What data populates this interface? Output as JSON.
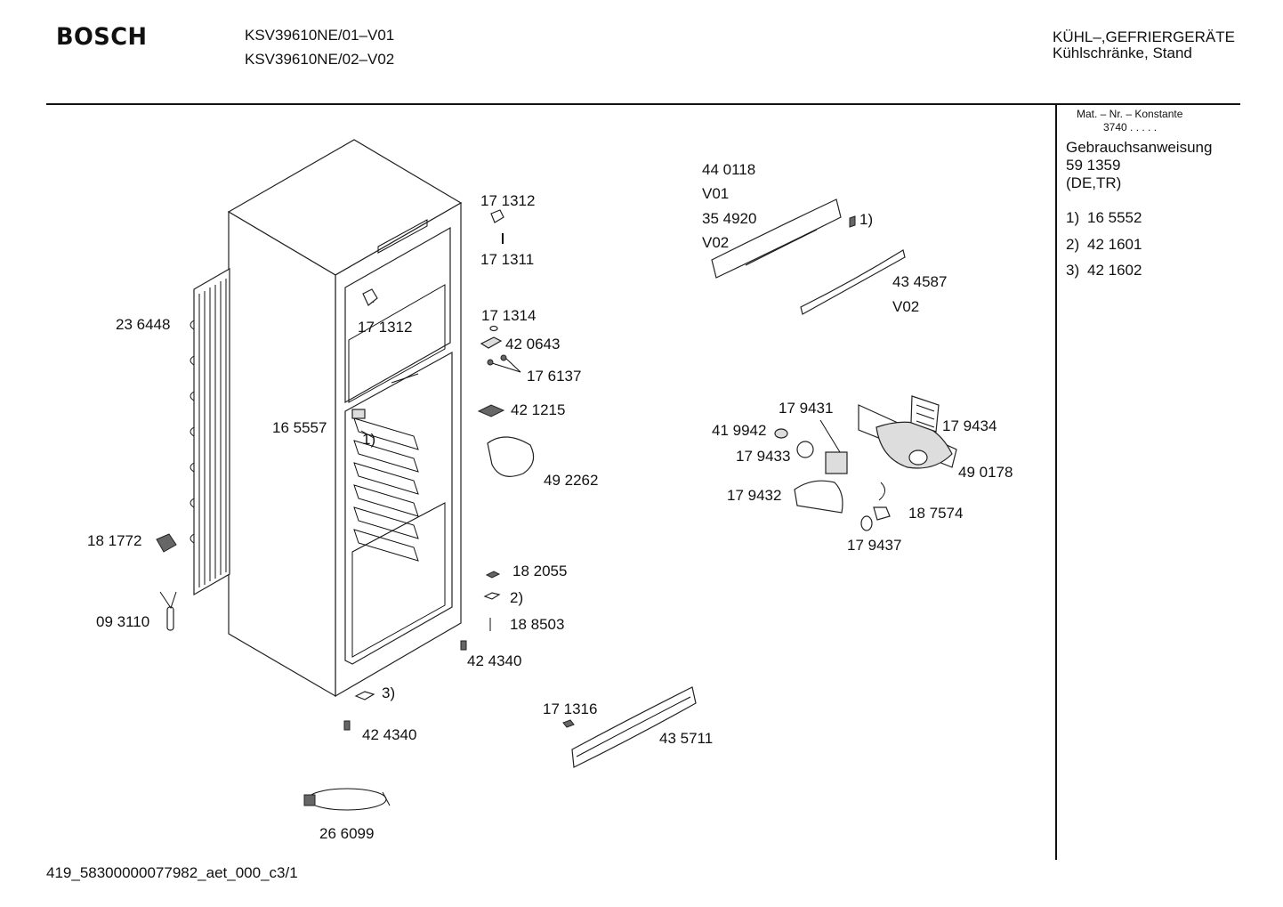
{
  "header": {
    "brand": "BOSCH",
    "model_1": "KSV39610NE/01–V01",
    "model_2": "KSV39610NE/02–V02",
    "category_1": "KÜHL–,GEFRIERGERÄTE",
    "category_2": "Kühlschränke, Stand"
  },
  "sidebar": {
    "mat_label": "Mat. – Nr. – Konstante",
    "mat_value": "3740  .   .   .   .   .",
    "manual_title": "Gebrauchsanweisung",
    "manual_number": "59 1359",
    "manual_lang": "(DE,TR)",
    "notes": [
      {
        "key": "1)",
        "part": "16 5552"
      },
      {
        "key": "2)",
        "part": "42 1601"
      },
      {
        "key": "3)",
        "part": "42 1602"
      }
    ]
  },
  "labels": {
    "p440118": "44 0118",
    "v01": "V01",
    "p354920": "35 4920",
    "v02a": "V02",
    "ref1_top": "1)",
    "p434587": "43 4587",
    "v02b": "V02",
    "p171312a": "17 1312",
    "p171311": "17 1311",
    "p171312b": "17 1312",
    "p236448": "23 6448",
    "p171314": "17 1314",
    "p420643": "42 0643",
    "p176137": "17 6137",
    "p421215": "42 1215",
    "p165557": "16 5557",
    "ref1_mid": "1)",
    "p492262": "49 2262",
    "p179431": "17 9431",
    "p179434": "17 9434",
    "p419942": "41 9942",
    "p179433": "17 9433",
    "p490178": "49 0178",
    "p179432": "17 9432",
    "p187574": "18 7574",
    "p179437": "17 9437",
    "p181772": "18 1772",
    "p182055": "18 2055",
    "ref2": "2)",
    "p093110": "09 3110",
    "p188503": "18 8503",
    "p424340a": "42 4340",
    "ref3": "3)",
    "p171316": "17 1316",
    "p435711": "43 5711",
    "p424340b": "42 4340",
    "p266099": "26 6099"
  },
  "footer": {
    "code": "419_58300000077982_aet_000_с3/1"
  }
}
